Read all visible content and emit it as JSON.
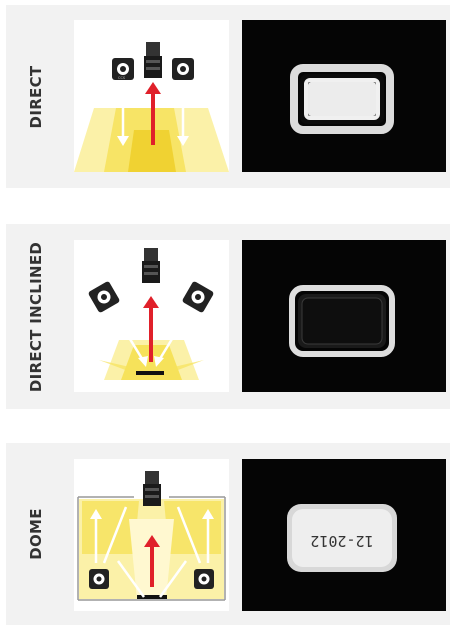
{
  "rows": [
    {
      "label": "DIRECT"
    },
    {
      "label": "DIRECT INCLINED"
    },
    {
      "label": "DOME",
      "photo_text": "12-2012"
    }
  ],
  "colors": {
    "light": "#f6e25a",
    "light_pale": "#fbf1a8",
    "arrow_red": "#e0202a",
    "panel_bg": "#f2f2f2"
  },
  "icons": [
    "camera-icon",
    "light-source-icon",
    "arrow-icon"
  ]
}
